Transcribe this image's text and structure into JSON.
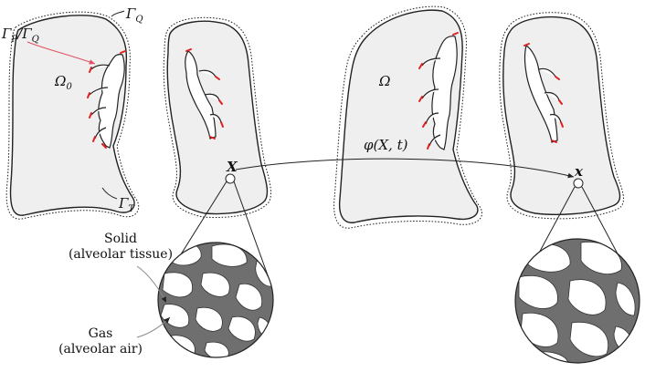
{
  "labels": {
    "gamma_q": "Γ",
    "gamma_q_sub": "Q",
    "gamma_pq_a": "Γ",
    "gamma_pq_a_sub": "P",
    "gamma_pq_slash": "/Γ",
    "gamma_pq_b_sub": "Q",
    "omega0": "Ω",
    "omega0_sub": "0",
    "gamma_t": "Γ",
    "gamma_t_sub": "T",
    "omega": "Ω",
    "ref_point": "X",
    "cur_point": "x",
    "mapping": "φ(X, t)",
    "solid_line1": "Solid",
    "solid_line2": "(alveolar tissue)",
    "gas_line1": "Gas",
    "gas_line2": "(alveolar air)"
  },
  "colors": {
    "lung_fill": "#efefef",
    "tissue": "#6f6f6f",
    "boundary_tip": "#e02020",
    "arrow_red": "#e05060"
  }
}
